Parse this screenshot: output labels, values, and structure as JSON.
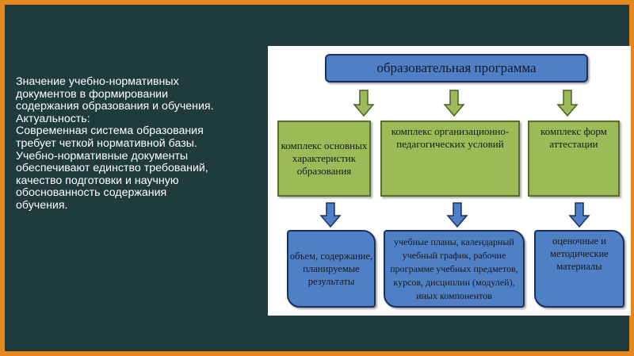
{
  "left_text": {
    "lines": [
      "Значение учебно-нормативных",
      "документов в формировании",
      "содержания образования и обучения.",
      "Актуальность:",
      "Современная система образования",
      "требует четкой нормативной базы.",
      "Учебно-нормативные документы",
      "обеспечивают единство требований,",
      "качество подготовки и научную",
      "обоснованность содержания",
      "обучения."
    ]
  },
  "diagram": {
    "title": "образовательная программа",
    "level1": [
      "комплекс основных характеристик образования",
      "комплекс организационно-педагогических условий",
      "комплекс форм аттестации"
    ],
    "level2": [
      "объем, содержание, планируемые результаты",
      "учебные планы, календарный учебный график, рабочие программе учебных предметов, курсов, дисциплин (модулей), иных компонентов",
      "оценочные и методические материалы"
    ]
  },
  "colors": {
    "frame": "#e8871e",
    "background": "#1f3b3d",
    "green_box": "#9bbb59",
    "blue_box": "#4f7fc4"
  }
}
